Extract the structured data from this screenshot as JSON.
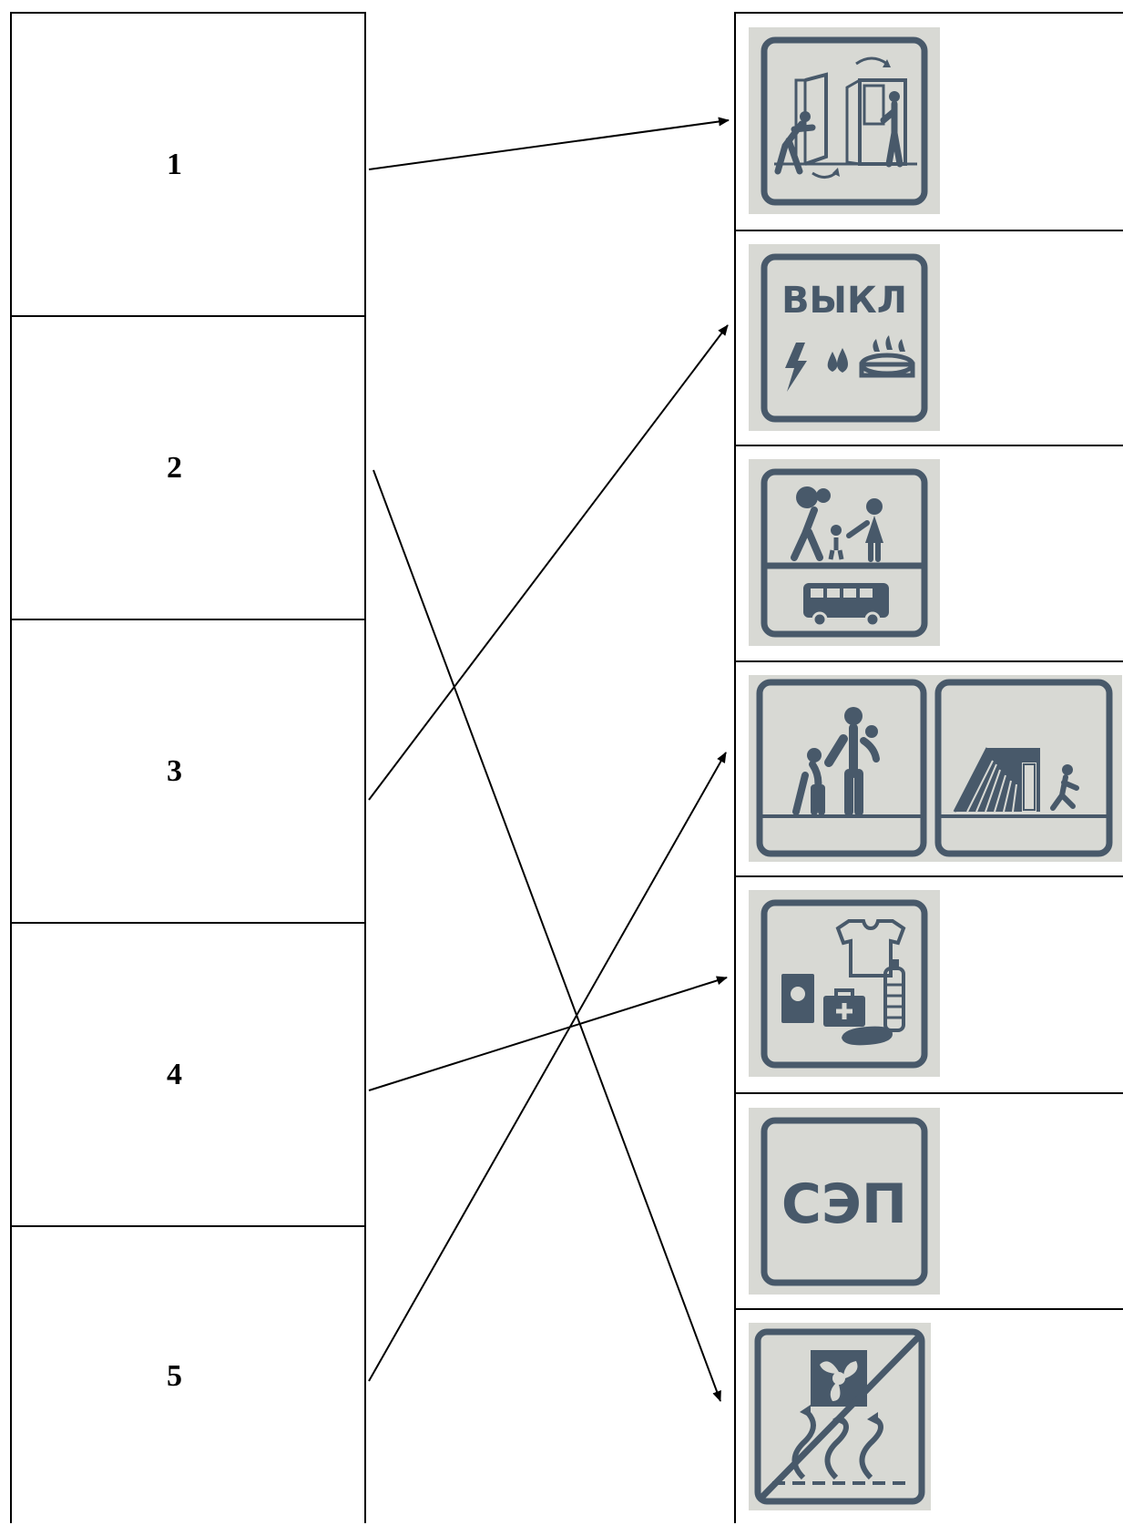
{
  "left_items": [
    {
      "label": "1"
    },
    {
      "label": "2"
    },
    {
      "label": "3"
    },
    {
      "label": "4"
    },
    {
      "label": "5"
    }
  ],
  "right_items": [
    {
      "icon": "open-doors-windows-icon"
    },
    {
      "icon": "turn-off-utilities-icon",
      "text": "ВЫКЛ"
    },
    {
      "icon": "evacuation-bus-icon"
    },
    {
      "icon": "help-elderly-and-go-to-shelter-icon"
    },
    {
      "icon": "emergency-kit-documents-icon"
    },
    {
      "icon": "sep-assembly-point-icon",
      "text": "СЭП"
    },
    {
      "icon": "no-ventilation-icon"
    }
  ],
  "connections": [
    {
      "from": "1",
      "to": 1
    },
    {
      "from": "2",
      "to": 7
    },
    {
      "from": "3",
      "to": 2
    },
    {
      "from": "4",
      "to": 5
    },
    {
      "from": "5",
      "to": 4
    }
  ],
  "colors": {
    "icon": "#48596a",
    "tile": "#d8d9d4",
    "line": "#000000"
  }
}
